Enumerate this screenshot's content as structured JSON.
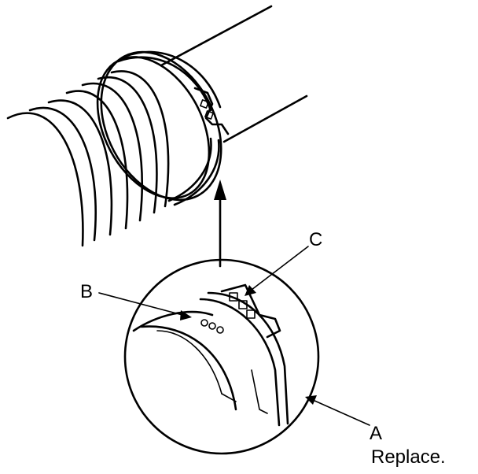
{
  "labels": {
    "a": "A",
    "a_note": "Replace.",
    "b": "B",
    "c": "C"
  },
  "colors": {
    "line": "#000000",
    "background": "#ffffff"
  }
}
